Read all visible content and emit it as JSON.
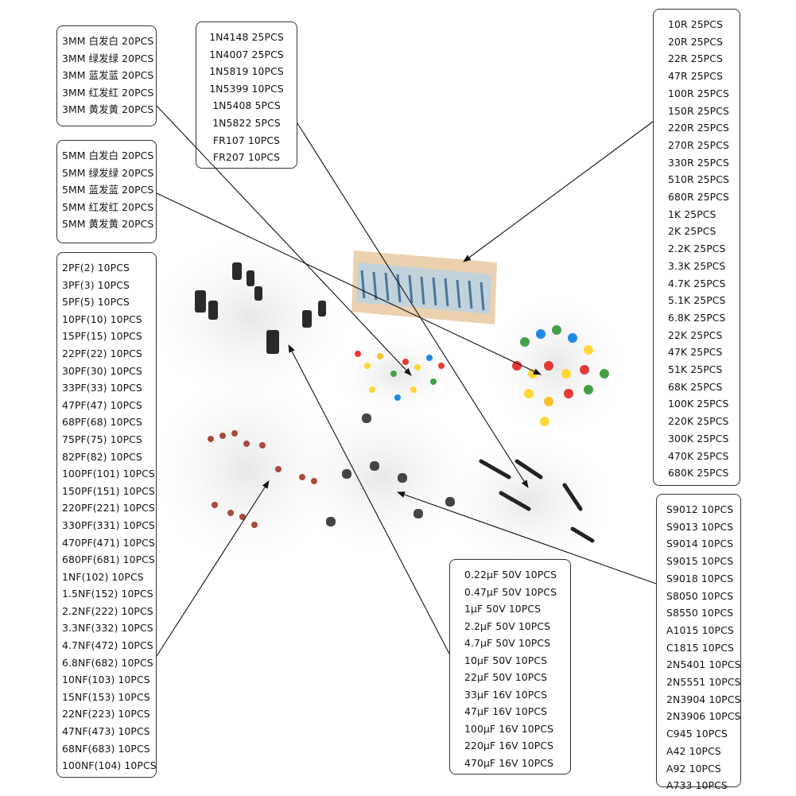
{
  "led_3mm": [
    "3MM 白发白 20PCS",
    "3MM 绿发绿 20PCS",
    "3MM 蓝发蓝 20PCS",
    "3MM 红发红 20PCS",
    "3MM 黄发黄 20PCS"
  ],
  "led_5mm": [
    "5MM 白发白 20PCS",
    "5MM 绿发绿 20PCS",
    "5MM 蓝发蓝 20PCS",
    "5MM 红发红 20PCS",
    "5MM 黄发黄 20PCS"
  ],
  "diodes": [
    "1N4148 25PCS",
    "1N4007 25PCS",
    "1N5819 10PCS",
    "1N5399 10PCS",
    "1N5408 5PCS",
    "1N5822 5PCS",
    "FR107 10PCS",
    "FR207 10PCS"
  ],
  "resistors": [
    "10R 25PCS",
    "20R 25PCS",
    "22R 25PCS",
    "47R 25PCS",
    "100R 25PCS",
    "150R 25PCS",
    "220R 25PCS",
    "270R 25PCS",
    "330R 25PCS",
    "510R 25PCS",
    "680R 25PCS",
    "1K 25PCS",
    "2K 25PCS",
    "2.2K 25PCS",
    "3.3K 25PCS",
    "4.7K 25PCS",
    "5.1K 25PCS",
    "6.8K 25PCS",
    "22K 25PCS",
    "47K 25PCS",
    "51K 25PCS",
    "68K 25PCS",
    "100K 25PCS",
    "220K 25PCS",
    "300K 25PCS",
    "470K 25PCS",
    "680K 25PCS"
  ],
  "ceramic_caps": [
    "2PF(2) 10PCS",
    "3PF(3) 10PCS",
    "5PF(5) 10PCS",
    "10PF(10) 10PCS",
    "15PF(15) 10PCS",
    "22PF(22) 10PCS",
    "30PF(30) 10PCS",
    "33PF(33) 10PCS",
    "47PF(47) 10PCS",
    "68PF(68) 10PCS",
    "75PF(75) 10PCS",
    "82PF(82) 10PCS",
    "100PF(101) 10PCS",
    "150PF(151) 10PCS",
    "220PF(221) 10PCS",
    "330PF(331) 10PCS",
    "470PF(471) 10PCS",
    "680PF(681) 10PCS",
    "1NF(102) 10PCS",
    "1.5NF(152) 10PCS",
    "2.2NF(222) 10PCS",
    "3.3NF(332) 10PCS",
    "4.7NF(472) 10PCS",
    "6.8NF(682) 10PCS",
    "10NF(103) 10PCS",
    "15NF(153) 10PCS",
    "22NF(223) 10PCS",
    "47NF(473) 10PCS",
    "68NF(683) 10PCS",
    "100NF(104) 10PCS"
  ],
  "electrolytic_caps": [
    "0.22μF 50V 10PCS",
    "0.47μF 50V 10PCS",
    "1μF 50V 10PCS",
    "2.2μF 50V 10PCS",
    "4.7μF 50V 10PCS",
    "10μF 50V 10PCS",
    "22μF 50V 10PCS",
    "33μF 16V 10PCS",
    "47μF 16V 10PCS",
    "100μF 16V 10PCS",
    "220μF 16V 10PCS",
    "470μF 16V 10PCS"
  ],
  "transistors": [
    "S9012 10PCS",
    "S9013 10PCS",
    "S9014 10PCS",
    "S9015 10PCS",
    "S9018 10PCS",
    "S8050 10PCS",
    "S8550 10PCS",
    "A1015 10PCS",
    "C1815 10PCS",
    "2N5401 10PCS",
    "2N5551 10PCS",
    "2N3904 10PCS",
    "2N3906 10PCS",
    "C945 10PCS",
    "A42 10PCS",
    "A92 10PCS",
    "A733 10PCS"
  ]
}
